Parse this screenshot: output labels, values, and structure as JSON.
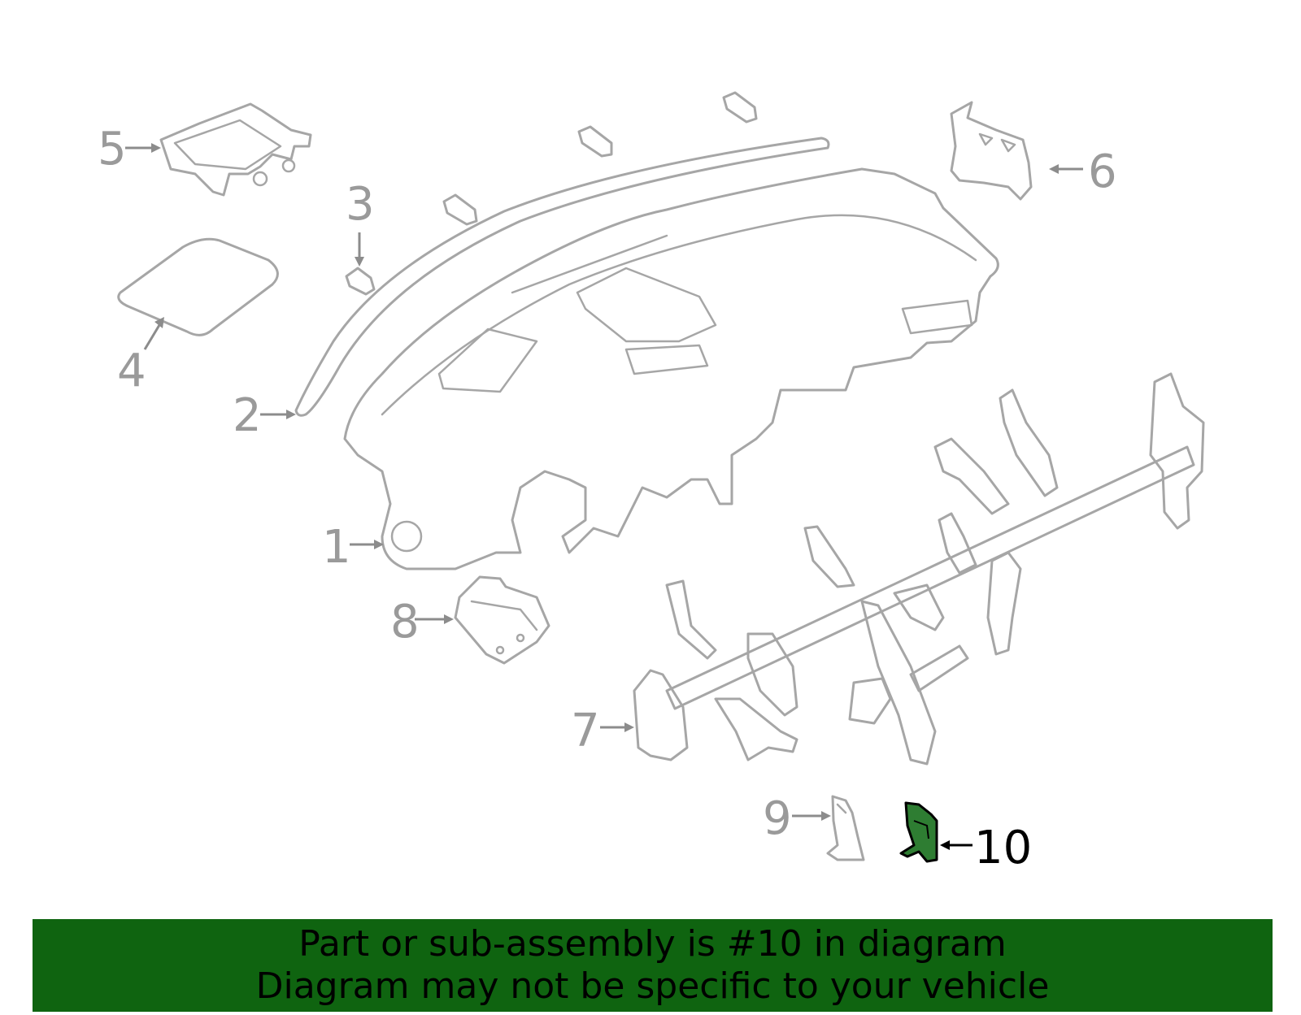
{
  "callouts": {
    "c1": "1",
    "c2": "2",
    "c3": "3",
    "c4": "4",
    "c5": "5",
    "c6": "6",
    "c7": "7",
    "c8": "8",
    "c9": "9",
    "c10": "10"
  },
  "highlighted_part": "10",
  "banner": {
    "line1": "Part or sub-assembly is #10 in diagram",
    "line2": "Diagram may not be specific to your vehicle"
  },
  "colors": {
    "banner_background": "#0f6410",
    "highlight_fill": "#2e7d32",
    "line_art": "#a6a6a6"
  }
}
